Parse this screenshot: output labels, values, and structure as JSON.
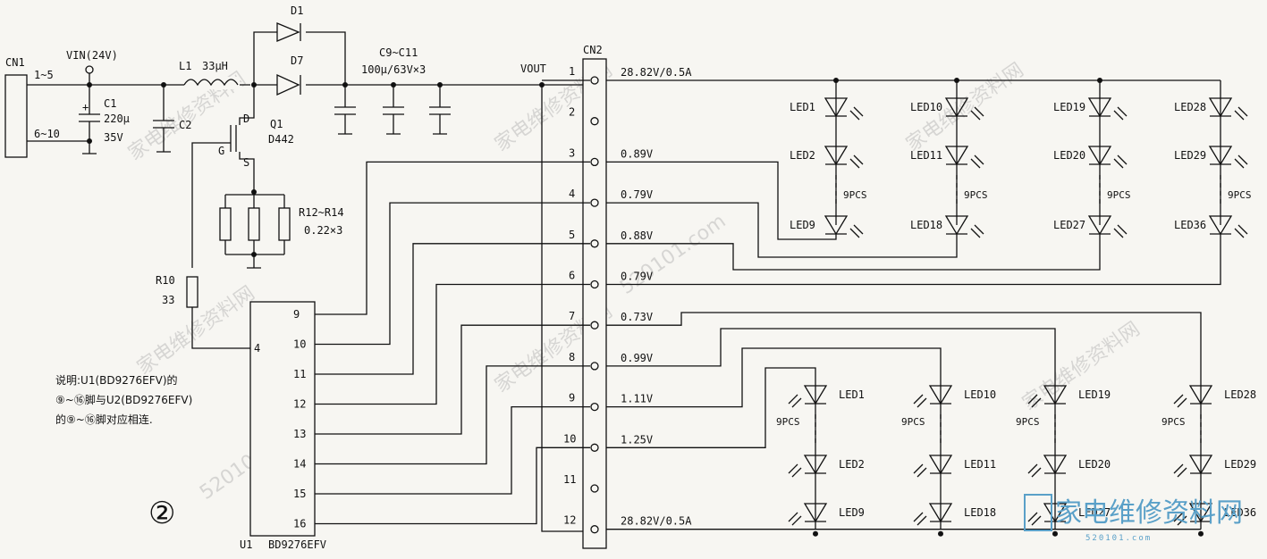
{
  "labels": {
    "cn1": "CN1",
    "cn1_p1": "1~5",
    "cn1_p2": "6~10",
    "vin": "VIN(24V)",
    "l1": "L1",
    "l1_val": "33μH",
    "c1": "C1",
    "c1_val1": "220μ",
    "c1_val2": "35V",
    "c2": "C2",
    "d1": "D1",
    "d7": "D7",
    "c9": "C9~C11",
    "c9_val": "100μ/63V×3",
    "q1": "Q1",
    "q1_val": "D442",
    "q_d": "D",
    "q_g": "G",
    "q_s": "S",
    "r12": "R12~R14",
    "r12_val": "0.22×3",
    "r10": "R10",
    "r10_val": "33",
    "vout": "VOUT",
    "cn2": "CN2",
    "u1": "U1",
    "u1_part": "BD9276EFV",
    "circle_num": "②",
    "note1": "说明:U1(BD9276EFV)的",
    "note2": "⑨~⑯脚与U2(BD9276EFV)",
    "note3": "的⑨~⑯脚对应相连."
  },
  "cn2_pins": [
    "1",
    "2",
    "3",
    "4",
    "5",
    "6",
    "7",
    "8",
    "9",
    "10",
    "11",
    "12"
  ],
  "voltages": [
    "28.82V/0.5A",
    "",
    "0.89V",
    "0.79V",
    "0.88V",
    "0.79V",
    "0.73V",
    "0.99V",
    "1.11V",
    "1.25V",
    "",
    "28.82V/0.5A"
  ],
  "u1_pins": [
    "9",
    "10",
    "11",
    "12",
    "13",
    "14",
    "15",
    "16"
  ],
  "u1_pin4": "4",
  "upper_strings": [
    {
      "top": "LED1",
      "mid": "LED2",
      "bot": "LED9",
      "count": "9PCS"
    },
    {
      "top": "LED10",
      "mid": "LED11",
      "bot": "LED18",
      "count": "9PCS"
    },
    {
      "top": "LED19",
      "mid": "LED20",
      "bot": "LED27",
      "count": "9PCS"
    },
    {
      "top": "LED28",
      "mid": "LED29",
      "bot": "LED36",
      "count": "9PCS"
    }
  ],
  "lower_strings": [
    {
      "top": "LED1",
      "mid": "LED2",
      "bot": "LED9",
      "count": "9PCS"
    },
    {
      "top": "LED10",
      "mid": "LED11",
      "bot": "LED18",
      "count": "9PCS"
    },
    {
      "top": "LED19",
      "mid": "LED20",
      "bot": "LED27",
      "count": "9PCS"
    },
    {
      "top": "LED28",
      "mid": "LED29",
      "bot": "LED36",
      "count": "9PCS"
    }
  ],
  "watermark": "家电维修资料网",
  "watermark_url": "520101.com",
  "logo": "家电维修资料网",
  "logo_url": "520101.com"
}
